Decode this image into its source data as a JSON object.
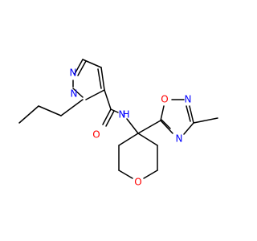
{
  "molecule": {
    "atoms": {
      "pyrazole_n2": "N",
      "pyrazole_n1": "N",
      "amide_o": "O",
      "amide_n": "N",
      "amide_h": "H",
      "oxadiazole_o": "O",
      "oxadiazole_n2": "N",
      "oxadiazole_n4": "N",
      "pyran_o": "O"
    },
    "colors": {
      "bond": "#000000",
      "nitrogen": "#0000ff",
      "oxygen": "#ff0000"
    }
  }
}
